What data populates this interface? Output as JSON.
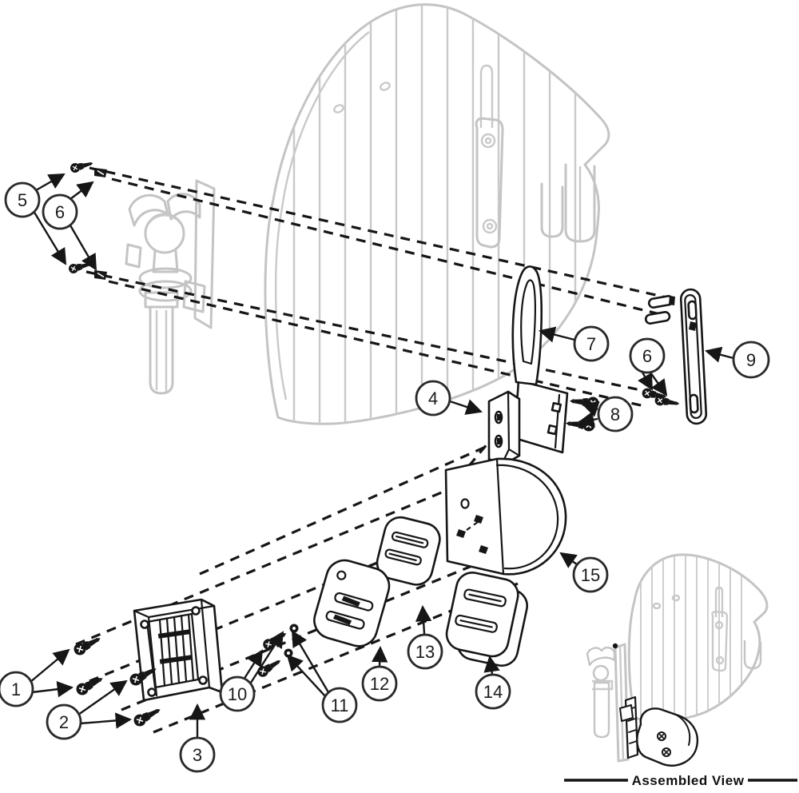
{
  "diagram": {
    "caption": "Assembled View",
    "callouts": {
      "c1": "1",
      "c2": "2",
      "c3": "3",
      "c4": "4",
      "c5": "5",
      "c6_left": "6",
      "c6_right": "6",
      "c7": "7",
      "c8": "8",
      "c9": "9",
      "c10": "10",
      "c11": "11",
      "c12": "12",
      "c13": "13",
      "c14": "14",
      "c15": "15"
    },
    "colors": {
      "ink": "#161616",
      "ghost": "#c4c4c4",
      "paper": "#ffffff"
    }
  }
}
